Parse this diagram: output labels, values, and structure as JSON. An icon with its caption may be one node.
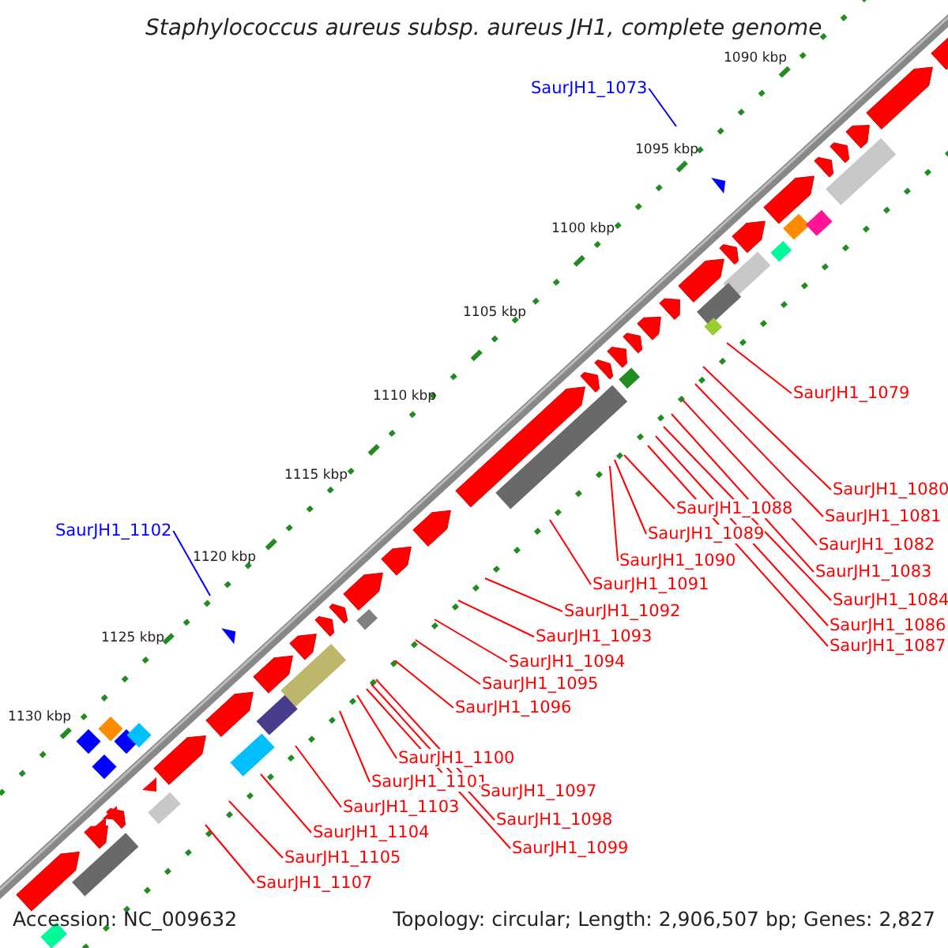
{
  "diagram": {
    "title": "Staphylococcus aureus subsp. aureus JH1, complete genome",
    "nodes": [
      {
        "text": [
          "SaurJH1_1073"
        ]
      },
      {
        "text": [
          "SaurJH1_1079"
        ]
      },
      {
        "text": [
          "SaurJH1_1080"
        ]
      },
      {
        "text": [
          "SaurJH1_1081"
        ]
      },
      {
        "text": [
          "SaurJH1_1082"
        ]
      },
      {
        "text": [
          "SaurJH1_1083"
        ]
      },
      {
        "text": [
          "SaurJH1_1084"
        ]
      },
      {
        "text": [
          "SaurJH1_1086"
        ]
      },
      {
        "text": [
          "SaurJH1_1087"
        ]
      },
      {
        "text": [
          "SaurJH1_1088"
        ]
      },
      {
        "text": [
          "SaurJH1_1089"
        ]
      },
      {
        "text": [
          "SaurJH1_1102"
        ]
      },
      {
        "text": [
          "SaurJH1_1090"
        ]
      },
      {
        "text": [
          "SaurJH1_1091"
        ]
      },
      {
        "text": [
          "SaurJH1_1092"
        ]
      },
      {
        "text": [
          "SaurJH1_1093"
        ]
      },
      {
        "text": [
          "SaurJH1_1094"
        ]
      },
      {
        "text": [
          "SaurJH1_1095"
        ]
      },
      {
        "text": [
          "SaurJH1_1096"
        ]
      },
      {
        "text": [
          "SaurJH1_1100"
        ]
      },
      {
        "text": [
          "SaurJH1_1101"
        ]
      },
      {
        "text": [
          "SaurJH1_1097"
        ]
      },
      {
        "text": [
          "SaurJH1_1103"
        ]
      },
      {
        "text": [
          "SaurJH1_1098"
        ]
      },
      {
        "text": [
          "SaurJH1_1104"
        ]
      },
      {
        "text": [
          "SaurJH1_1099"
        ]
      },
      {
        "text": [
          "SaurJH1_1105"
        ]
      },
      {
        "text": [
          "SaurJH1_1107"
        ]
      }
    ],
    "edges": [
      {
        "from": 0,
        "to": null,
        "arrow": "none",
        "color": "#0000ff"
      },
      {
        "from": 1,
        "to": null,
        "arrow": "none"
      },
      {
        "from": 2,
        "to": null,
        "arrow": "none"
      },
      {
        "from": 3,
        "to": null,
        "arrow": "none"
      },
      {
        "from": 4,
        "to": null,
        "arrow": "none"
      },
      {
        "from": 5,
        "to": null,
        "arrow": "none"
      },
      {
        "from": 6,
        "to": null,
        "arrow": "none"
      },
      {
        "from": 7,
        "to": null,
        "arrow": "none"
      },
      {
        "from": 8,
        "to": null,
        "arrow": "none"
      },
      {
        "from": 9,
        "to": null,
        "arrow": "none"
      },
      {
        "from": 10,
        "to": null,
        "arrow": "none"
      },
      {
        "from": 11,
        "to": null,
        "arrow": "none",
        "color": "#0000ff"
      },
      {
        "from": 12,
        "to": null,
        "arrow": "none"
      },
      {
        "from": 13,
        "to": null,
        "arrow": "none"
      },
      {
        "from": 14,
        "to": null,
        "arrow": "none"
      },
      {
        "from": 15,
        "to": null,
        "arrow": "none"
      },
      {
        "from": 16,
        "to": null,
        "arrow": "none"
      },
      {
        "from": 17,
        "to": null,
        "arrow": "none"
      },
      {
        "from": 18,
        "to": null,
        "arrow": "none"
      },
      {
        "from": 19,
        "to": null,
        "arrow": "none"
      },
      {
        "from": 20,
        "to": null,
        "arrow": "none"
      },
      {
        "from": 21,
        "to": null,
        "arrow": "none"
      },
      {
        "from": 22,
        "to": null,
        "arrow": "none"
      },
      {
        "from": 23,
        "to": null,
        "arrow": "none"
      },
      {
        "from": 24,
        "to": null,
        "arrow": "none"
      },
      {
        "from": 25,
        "to": null,
        "arrow": "none"
      },
      {
        "from": 26,
        "to": null,
        "arrow": "none"
      },
      {
        "from": 27,
        "to": null,
        "arrow": "none"
      }
    ],
    "labels": [
      "1090 kbp",
      "1095 kbp",
      "1100 kbp",
      "1105 kbp",
      "1110 kbp",
      "1115 kbp",
      "1120 kbp",
      "1125 kbp",
      "1130 kbp",
      "Accession: NC_009632",
      "Topology: circular; Length: 2,906,507 bp; Genes: 2,827"
    ]
  }
}
